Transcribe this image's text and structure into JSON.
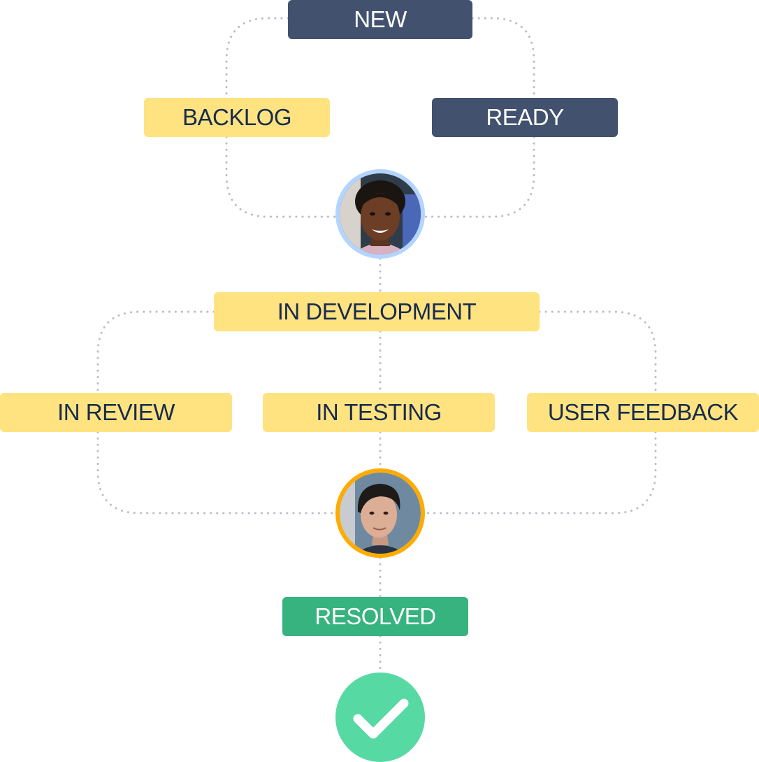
{
  "statuses": {
    "new": "NEW",
    "backlog": "BACKLOG",
    "ready": "READY",
    "in_development": "IN DEVELOPMENT",
    "in_review": "IN REVIEW",
    "in_testing": "IN TESTING",
    "user_feedback": "USER FEEDBACK",
    "resolved": "RESOLVED"
  },
  "colors": {
    "dark_status": "#42526e",
    "yellow_status": "#ffe380",
    "green_status": "#36b37e",
    "text_dark": "#172b4d",
    "connector": "#b7bcc6",
    "avatar_top_ring": "#b3d4ff",
    "avatar_bottom_ring": "#ffab00",
    "check_circle": "#57d9a3"
  },
  "icons": {
    "avatar_top": "avatar-person-icon",
    "avatar_bottom": "avatar-person-icon",
    "done": "checkmark-icon"
  }
}
